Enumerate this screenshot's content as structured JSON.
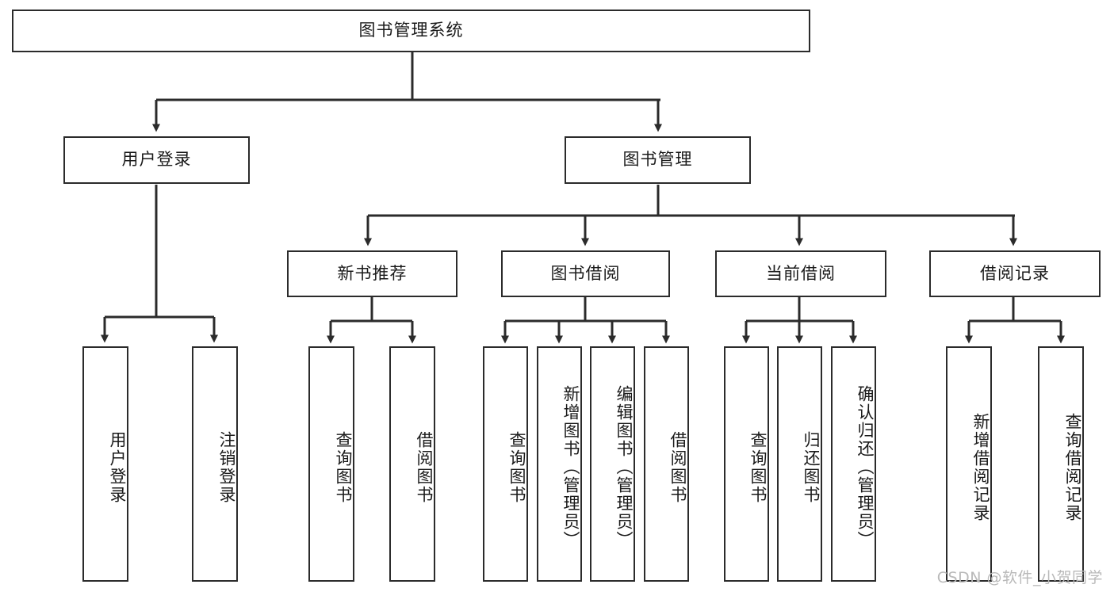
{
  "diagram": {
    "title": "图书管理系统",
    "type": "tree",
    "watermark": "CSDN @软件_小贺同学",
    "colors": {
      "box_border": "#2b2b2b",
      "box_fill": "#ffffff",
      "edge": "#2b2b2b",
      "text": "#1a1a1a",
      "watermark": "#b9b9b9"
    },
    "root": {
      "label": "图书管理系统",
      "orientation": "horizontal"
    },
    "level2": [
      {
        "label": "用户登录",
        "orientation": "horizontal"
      },
      {
        "label": "图书管理",
        "orientation": "horizontal"
      }
    ],
    "level3": [
      {
        "label": "新书推荐",
        "orientation": "horizontal"
      },
      {
        "label": "图书借阅",
        "orientation": "horizontal"
      },
      {
        "label": "当前借阅",
        "orientation": "horizontal"
      },
      {
        "label": "借阅记录",
        "orientation": "horizontal"
      }
    ],
    "leaves": {
      "user_login": [
        {
          "label": "用户登录",
          "orientation": "vertical"
        },
        {
          "label": "注销登录",
          "orientation": "vertical"
        }
      ],
      "new_book_recommend": [
        {
          "label": "查询图书",
          "orientation": "vertical"
        },
        {
          "label": "借阅图书",
          "orientation": "vertical"
        }
      ],
      "book_borrow": [
        {
          "label": "查询图书",
          "orientation": "vertical"
        },
        {
          "label": "新增图书（管理员）",
          "orientation": "vertical"
        },
        {
          "label": "编辑图书（管理员）",
          "orientation": "vertical"
        },
        {
          "label": "借阅图书",
          "orientation": "vertical"
        }
      ],
      "current_borrow": [
        {
          "label": "查询图书",
          "orientation": "vertical"
        },
        {
          "label": "归还图书",
          "orientation": "vertical"
        },
        {
          "label": "确认归还（管理员）",
          "orientation": "vertical"
        }
      ],
      "borrow_record": [
        {
          "label": "新增借阅记录",
          "orientation": "vertical"
        },
        {
          "label": "查询借阅记录",
          "orientation": "vertical"
        }
      ]
    }
  }
}
